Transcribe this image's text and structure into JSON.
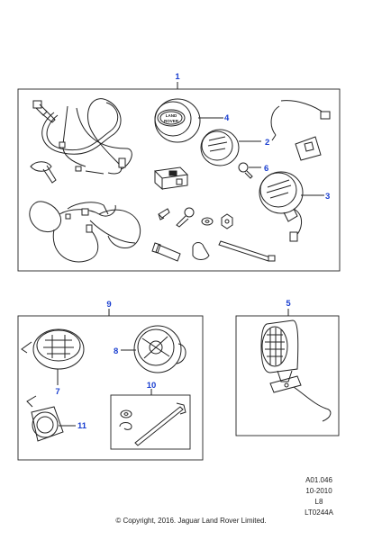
{
  "callouts": {
    "c1": "1",
    "c2": "2",
    "c3": "3",
    "c4": "4",
    "c5": "5",
    "c6": "6",
    "c7": "7",
    "c8": "8",
    "c9": "9",
    "c10": "10",
    "c11": "11"
  },
  "badge": {
    "line1": "LAND",
    "line2": "ROVER"
  },
  "info": {
    "ref": "A01.046",
    "date": "10-2010",
    "code": "L8",
    "lt": "LT0244A"
  },
  "copyright": "© Copyright, 2016. Jaguar Land Rover Limited.",
  "colors": {
    "callout": "#1a3fd0",
    "line": "#222222"
  }
}
